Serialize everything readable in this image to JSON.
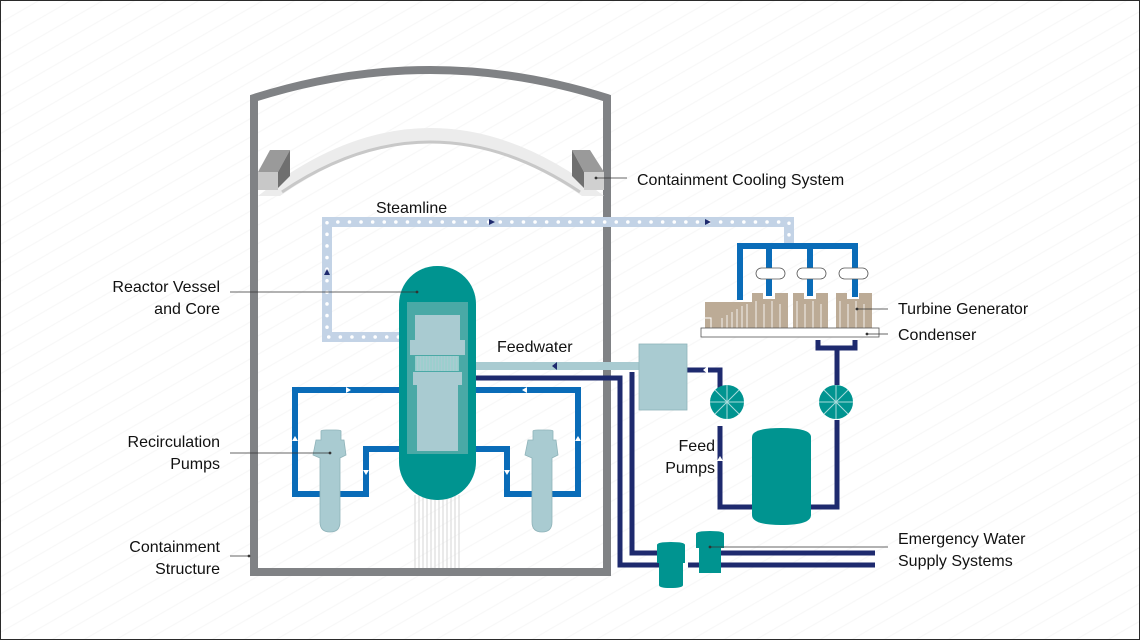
{
  "diagram": {
    "title": "Boiling Water Reactor System",
    "labels": {
      "containment_cooling": "Containment Cooling System",
      "steamline": "Steamline",
      "reactor_vessel": [
        "Reactor Vessel",
        "and Core"
      ],
      "turbine_generator": "Turbine Generator",
      "condenser": "Condenser",
      "feedwater": "Feedwater",
      "recirculation_pumps": [
        "Recirculation",
        "Pumps"
      ],
      "feed_pumps": [
        "Feed",
        "Pumps"
      ],
      "containment_structure": [
        "Containment",
        "Structure"
      ],
      "emergency_water": [
        "Emergency Water",
        "Supply Systems"
      ]
    },
    "colors": {
      "containment_wall": "#808285",
      "steamline": "#c3d3e6",
      "reactor_teal": "#009490",
      "reactor_inner": "#4aa9a6",
      "core_light": "#a9cbd1",
      "recirc_blue": "#0a6cb8",
      "feed_navy": "#1e2a6e",
      "turbine_tan": "#bcab96",
      "cooling_arc": "#ececec"
    }
  }
}
